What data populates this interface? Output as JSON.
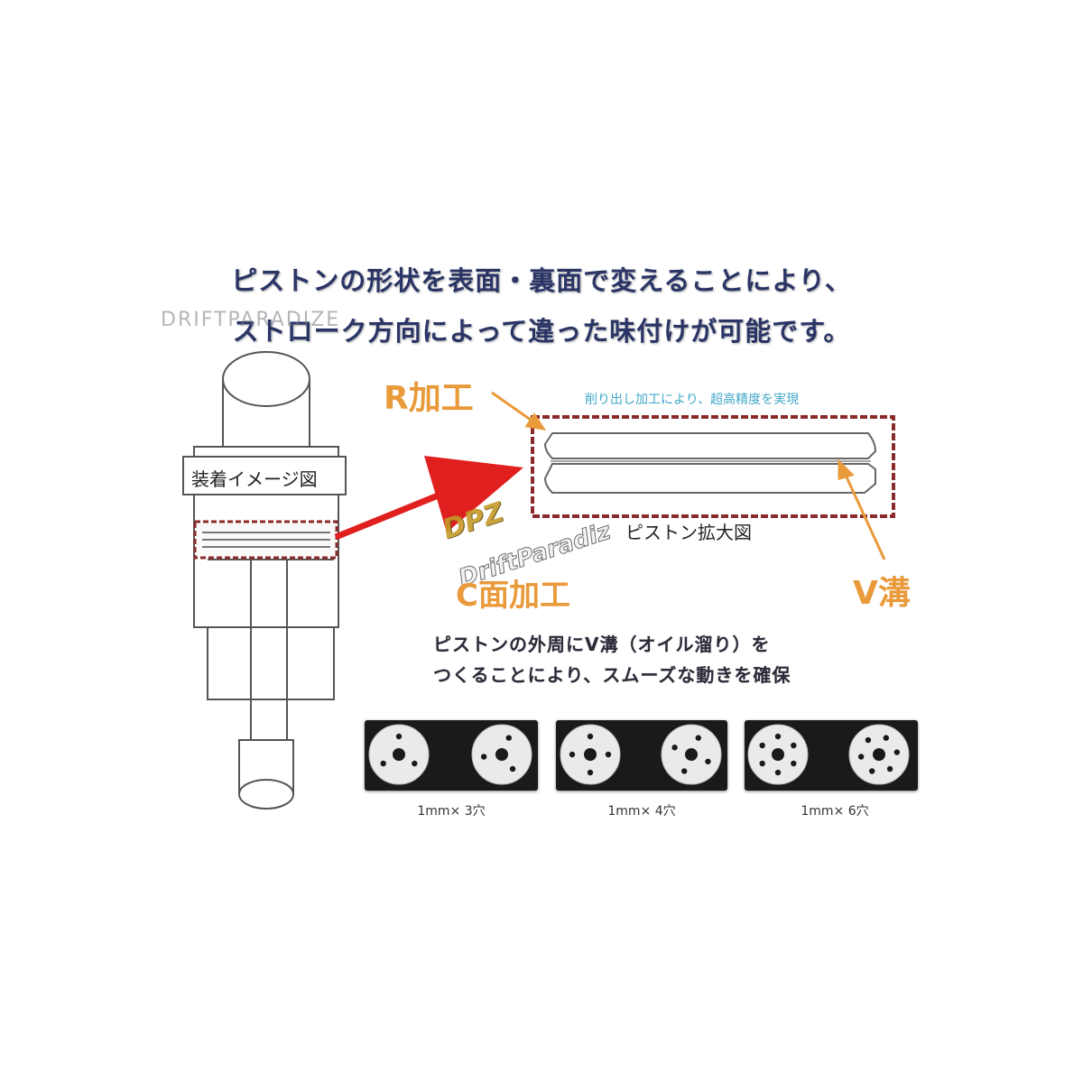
{
  "headline": {
    "line1": "ピストンの形状を表面・裏面で変えることにより、",
    "line2": "ストローク方向によって違った味付けが可能です。"
  },
  "watermark": "DRIFTPARADIZE",
  "labels": {
    "r_process": "R加工",
    "milling_note": "削り出し加工により、超高精度を実現",
    "install_image": "装着イメージ図",
    "piston_enlarged": "ピストン拡大図",
    "c_process": "C面加工",
    "v_groove": "V溝"
  },
  "note": {
    "line1": "ピストンの外周にV溝（オイル溜り）を",
    "line2": "つくることにより、スムーズな動きを確保"
  },
  "logo": {
    "mark": "DPZ",
    "text": "DriftParadiz"
  },
  "pistons": [
    {
      "caption": "1mm× 3穴",
      "holes": 3
    },
    {
      "caption": "1mm× 4穴",
      "holes": 4
    },
    {
      "caption": "1mm× 6穴",
      "holes": 6
    }
  ],
  "colors": {
    "arrow_red": "#e0201f",
    "frame_dark_red": "#8a2a2a",
    "orange": "#e99a3a",
    "teal": "#3fa7c8",
    "headline": "#2a3566"
  }
}
